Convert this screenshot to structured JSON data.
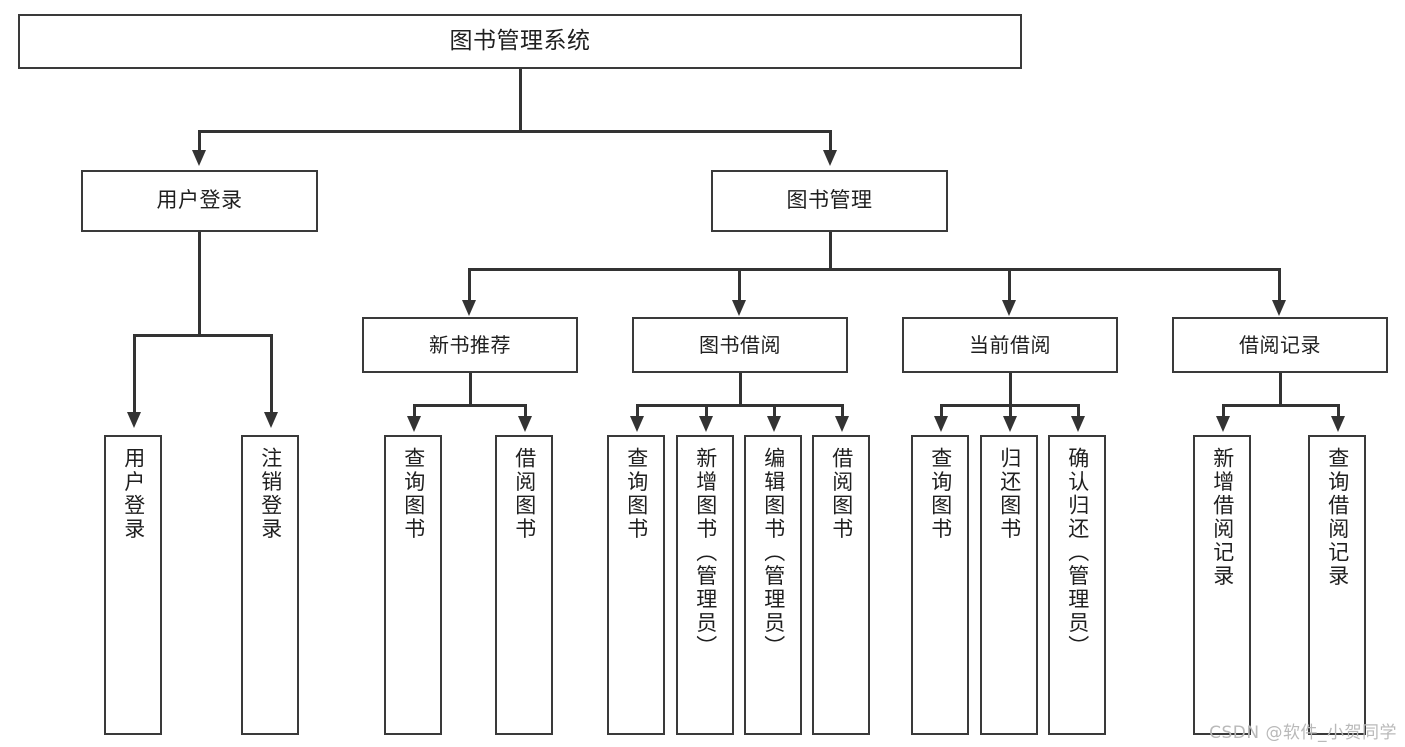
{
  "diagram": {
    "title": "图书管理系统",
    "type": "功能结构图",
    "watermark": "CSDN @软件_小贺同学",
    "colors": {
      "box_border": "#3a3a3a",
      "connector": "#333333",
      "background": "#ffffff",
      "text": "#1f1f1f",
      "watermark": "#b9b9b9"
    },
    "root": {
      "label": "图书管理系统"
    },
    "level2": [
      {
        "label": "用户登录"
      },
      {
        "label": "图书管理"
      }
    ],
    "level3": [
      {
        "label": "新书推荐"
      },
      {
        "label": "图书借阅"
      },
      {
        "label": "当前借阅"
      },
      {
        "label": "借阅记录"
      }
    ],
    "leaves": {
      "user_login": [
        {
          "label": "用户登录"
        },
        {
          "label": "注销登录"
        }
      ],
      "new_book": [
        {
          "label": "查询图书"
        },
        {
          "label": "借阅图书"
        }
      ],
      "borrow_book": [
        {
          "label": "查询图书"
        },
        {
          "label": "新增图书（管理员）"
        },
        {
          "label": "编辑图书（管理员）"
        },
        {
          "label": "借阅图书"
        }
      ],
      "current_borrow": [
        {
          "label": "查询图书"
        },
        {
          "label": "归还图书"
        },
        {
          "label": "确认归还（管理员）"
        }
      ],
      "borrow_record": [
        {
          "label": "新增借阅记录"
        },
        {
          "label": "查询借阅记录"
        }
      ]
    }
  }
}
